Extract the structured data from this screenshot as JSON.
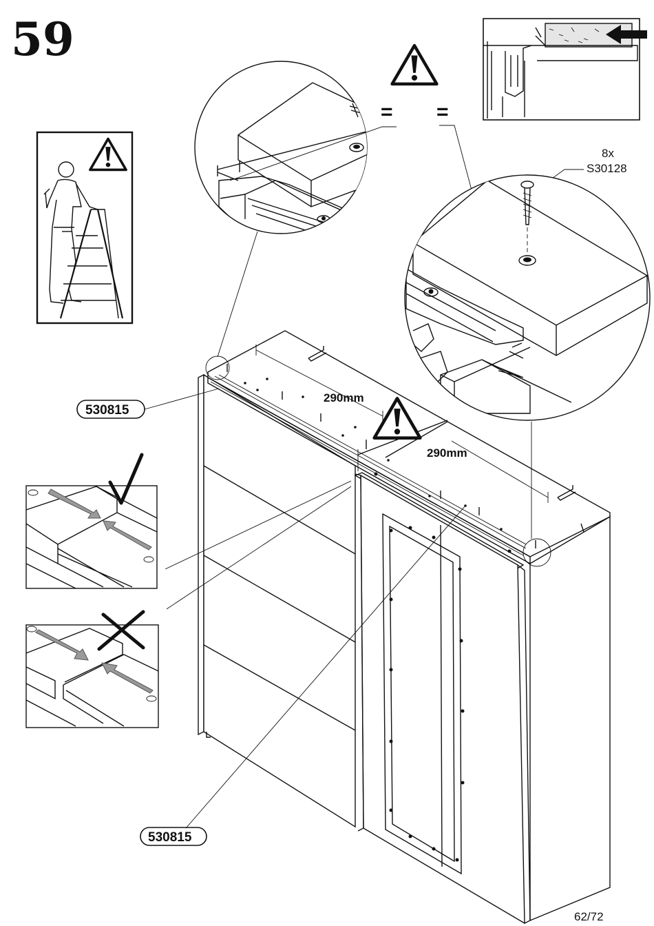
{
  "step_number": "59",
  "page_number": "62/72",
  "hardware": {
    "quantity": "8x",
    "code": "S30128"
  },
  "dimensions": {
    "left": "290mm",
    "right": "290mm"
  },
  "part_codes": {
    "top": "530815",
    "bottom": "530815"
  },
  "equal_marks": {
    "left": "=",
    "right": "="
  },
  "icons": {
    "warning": "warning-triangle-icon",
    "check": "checkmark-icon",
    "cross": "cross-icon",
    "push": "arrow-icon"
  }
}
